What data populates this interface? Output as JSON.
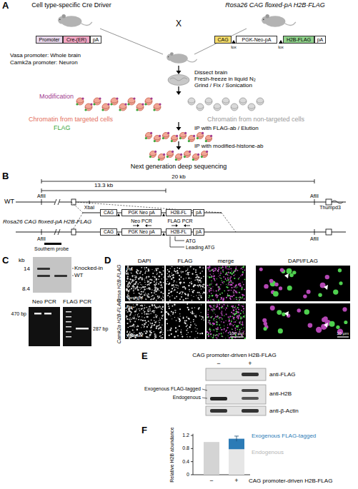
{
  "diagram": {
    "nodes": [
      {
        "text": [
          "Promoter"
        ]
      },
      {
        "text": [
          "Cre-(ER)"
        ]
      },
      {
        "text": [
          "pA"
        ]
      },
      {
        "text": [
          "CAG"
        ]
      },
      {
        "text": [
          "PGK-Neo-pA"
        ]
      },
      {
        "text": [
          "H2B-FLAG"
        ]
      },
      {
        "text": [
          "pA"
        ]
      },
      {
        "text": [
          "CAG"
        ]
      },
      {
        "text": [
          "PGK Neo pA"
        ]
      },
      {
        "text": [
          "H2B-FL"
        ]
      },
      {
        "text": [
          "pA"
        ]
      },
      {
        "text": [
          "CAG"
        ]
      },
      {
        "text": [
          "PGK Neo pA"
        ]
      },
      {
        "text": [
          "H2B-FL"
        ]
      },
      {
        "text": [
          "pA"
        ]
      }
    ],
    "labels": [
      "A",
      "Cell type-specific Cre Driver",
      "Rosa26 CAG floxed-pA H2B-FLAG",
      "X",
      "lox",
      "lox",
      "Vasa promoter: Whole brain",
      "Camk2a promoter: Neuron",
      "Dissect brain",
      "Fresh-freeze in liquid N₂",
      "Grind / Fix / Sonication",
      "Modification",
      "Chromatin from targeted cells",
      "Chromatin from non-targeted cells",
      "FLAG",
      "IP with FLAG-ab / Elution",
      "IP with modified-histone-ab",
      "Next generation deep sequencing",
      "B",
      "20 kb",
      "13.3 kb",
      "WT",
      "AflII",
      "AflII",
      "XbaI",
      "Thumpd3",
      "Rosa26 CAG floxed-pA H2B-FLAG",
      "AflII",
      "AflII",
      "Neo PCR",
      "FLAG PCR",
      "ATG",
      "Leading ATG",
      "Southern probe",
      "C",
      "kb",
      "14",
      "8.4",
      "Knocked-in",
      "WT",
      "Neo PCR",
      "FLAG PCR",
      "470 bp",
      "287 bp",
      "D",
      "DAPI",
      "FLAG",
      "merge",
      "DAPI/FLAG",
      "Rosa H2B-FLAG",
      "Camk2a H2B-FLAG",
      "Pia",
      "Ventricle",
      "Pia",
      "Ventricle",
      "100 µm",
      "10 µm",
      "E",
      "CAG promoter-driven H2B-FLAG",
      "−",
      "+",
      "anti-FLAG",
      "anti-H2B",
      "anti-β-Actin",
      "Exogenous FLAG-tagged",
      "Endogenous",
      "F",
      "Relative H2B abundance",
      "1.2",
      "0.8",
      "0.4",
      "0",
      "Exogenous FLAG-tagged",
      "Endogenous",
      "−",
      "+",
      "CAG promoter-driven H2B-FLAG"
    ]
  }
}
